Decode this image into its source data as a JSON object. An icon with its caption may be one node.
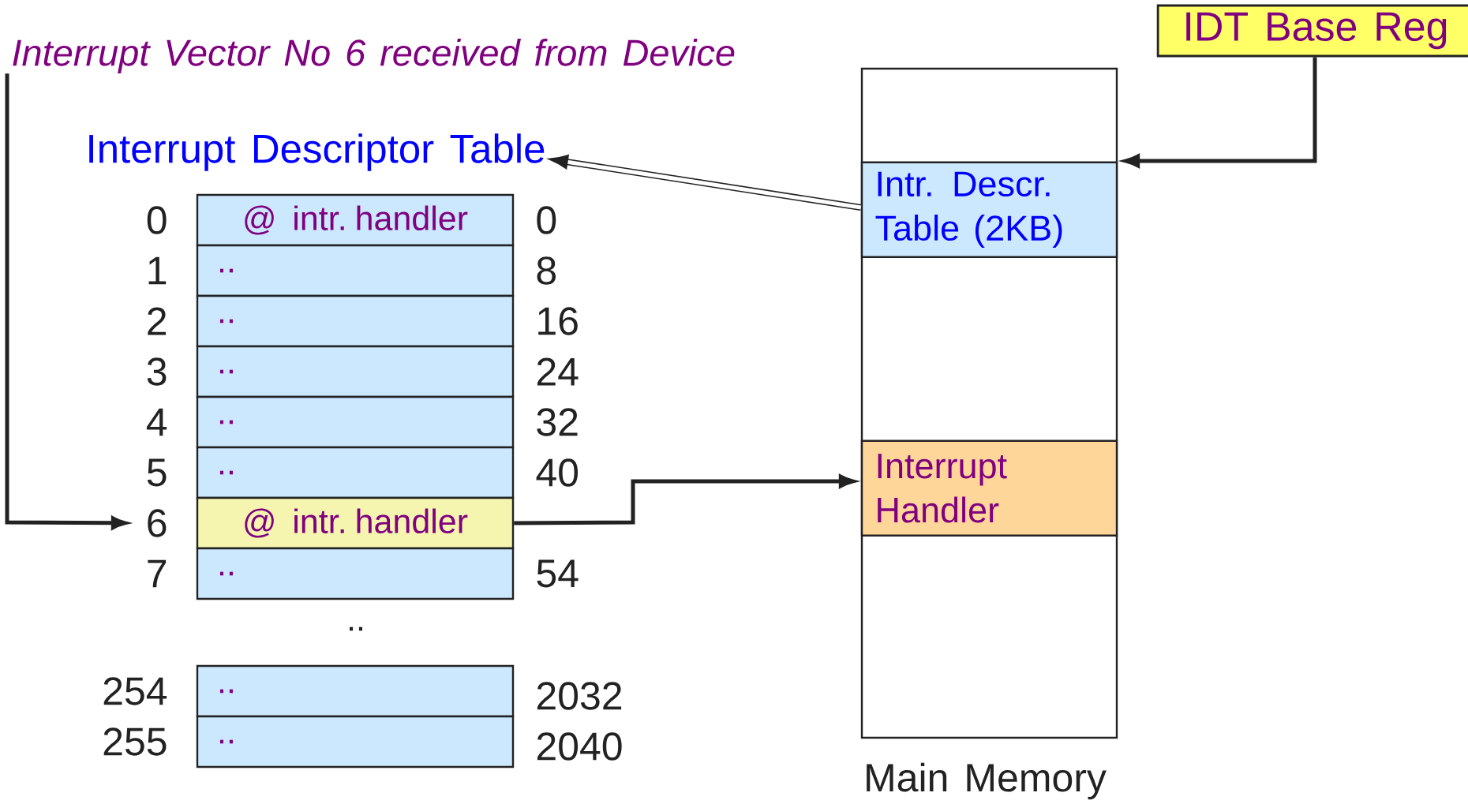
{
  "diagram": {
    "nodes": [
      {
        "text": [
          "Interrupt Vector No 6 received from Device"
        ]
      },
      {
        "text": [
          "Interrupt Descriptor Table"
        ]
      },
      {
        "text": [
          "@ intr. handler"
        ],
        "beside": [
          "0",
          "0"
        ]
      },
      {
        "text": [
          ".."
        ],
        "beside": [
          "1",
          "8"
        ]
      },
      {
        "text": [
          ".."
        ],
        "beside": [
          "2",
          "16"
        ]
      },
      {
        "text": [
          ".."
        ],
        "beside": [
          "3",
          "24"
        ]
      },
      {
        "text": [
          ".."
        ],
        "beside": [
          "4",
          "32"
        ]
      },
      {
        "text": [
          ".."
        ],
        "beside": [
          "5",
          "40"
        ]
      },
      {
        "text": [
          "@ intr. handler"
        ],
        "beside": [
          "6"
        ]
      },
      {
        "text": [
          ".."
        ],
        "beside": [
          "7",
          "54"
        ]
      },
      {
        "text": [
          ".."
        ],
        "beside": [
          "254",
          "2032"
        ]
      },
      {
        "text": [
          ".."
        ],
        "beside": [
          "255",
          "2040"
        ]
      },
      {
        "text": [],
        "shape": "box",
        "beside": [
          "Main Memory"
        ]
      },
      {
        "text": [
          "Intr. Descr. Table (2KB)"
        ],
        "in": 12
      },
      {
        "text": [
          "Interrupt Handler"
        ],
        "in": 12
      },
      {
        "text": [
          "IDT Base Reg"
        ]
      }
    ],
    "edges": [
      {
        "from": 0,
        "to": 8,
        "arrow": "to"
      },
      {
        "from": 8,
        "to": 14,
        "arrow": "to"
      },
      {
        "from": 15,
        "to": 13,
        "arrow": "to"
      },
      {
        "from": 13,
        "to": 1,
        "arrow": "to"
      }
    ],
    "labels": [
      ".."
    ]
  }
}
